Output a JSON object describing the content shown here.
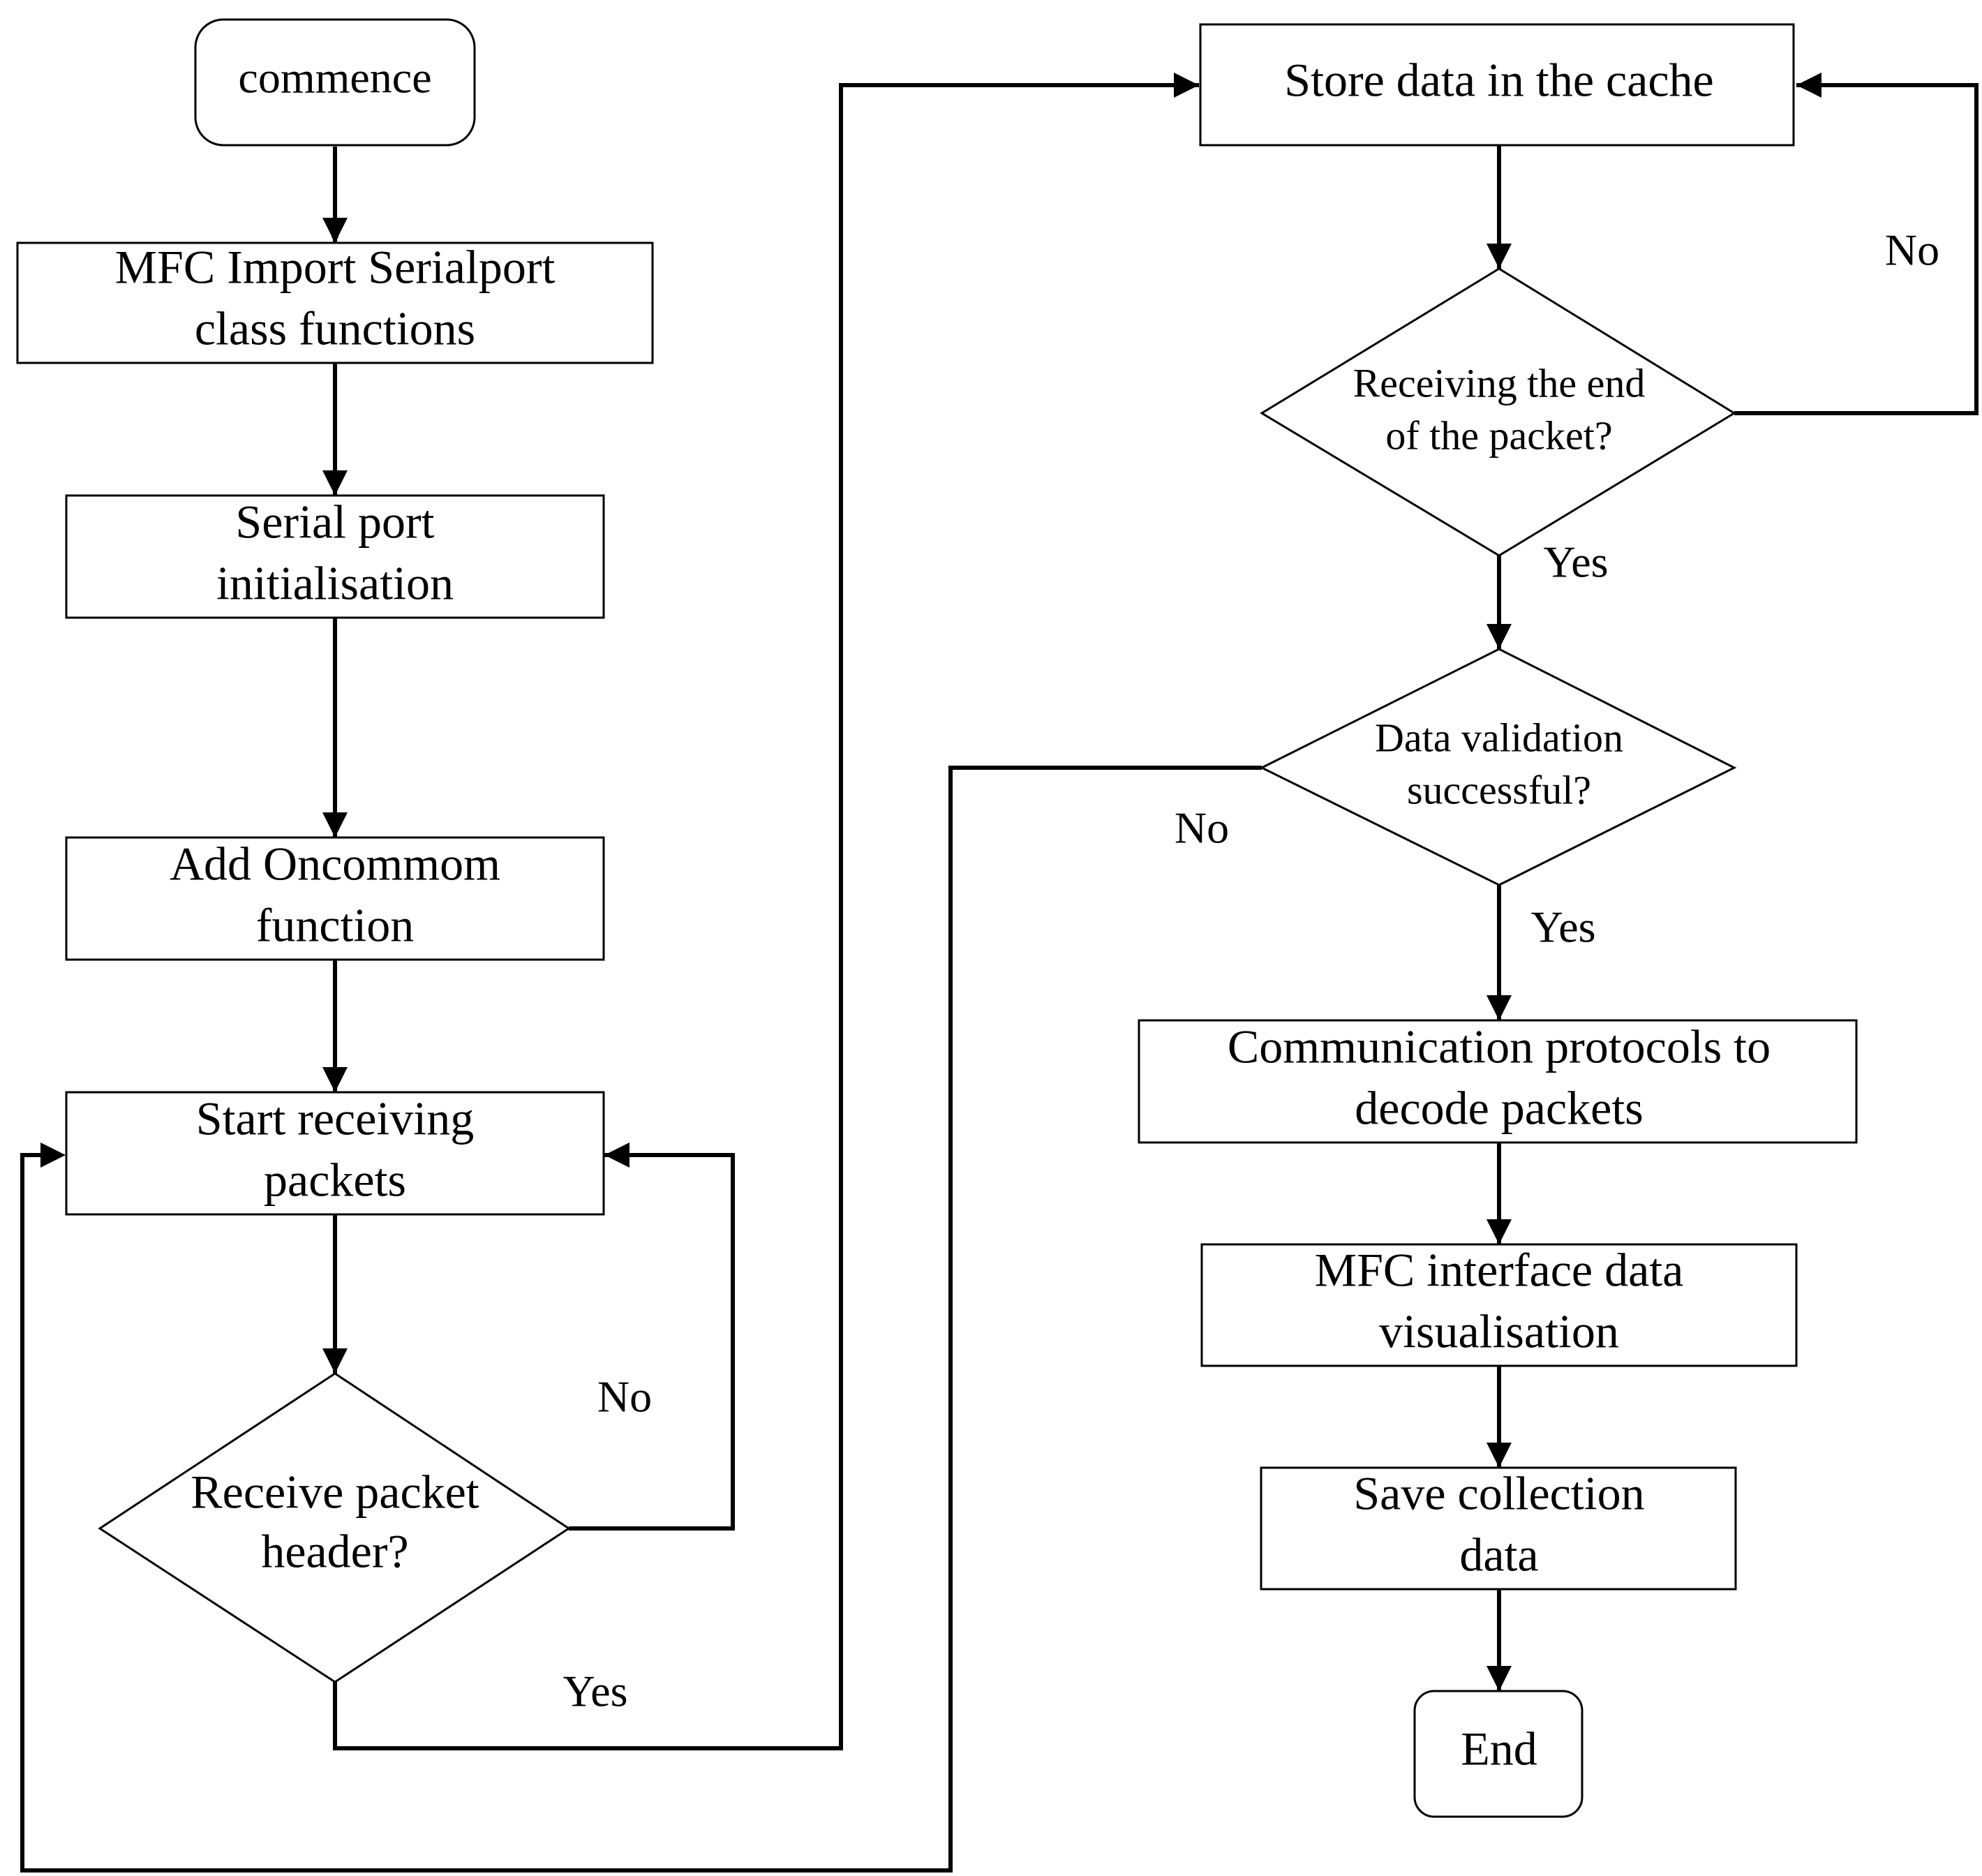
{
  "nodes": {
    "commence": "commence",
    "import": [
      "MFC Import Serialport",
      "class functions"
    ],
    "init": [
      "Serial port",
      "initialisation"
    ],
    "oncommom": [
      "Add Oncommom",
      "function"
    ],
    "start_receiving": [
      "Start receiving",
      "packets"
    ],
    "header_decision": [
      "Receive packet",
      "header?"
    ],
    "store_cache": "Store data in the cache",
    "end_decision": [
      "Receiving the end",
      "of the packet?"
    ],
    "validation_decision": [
      "Data validation",
      "successful?"
    ],
    "decode": [
      "Communication protocols to",
      "decode packets"
    ],
    "visualise": [
      "MFC interface data",
      "visualisation"
    ],
    "save": [
      "Save collection",
      "data"
    ],
    "end": "End"
  },
  "labels": {
    "header_no": "No",
    "header_yes": "Yes",
    "end_no": "No",
    "end_yes": "Yes",
    "validation_no": "No",
    "validation_yes": "Yes"
  }
}
